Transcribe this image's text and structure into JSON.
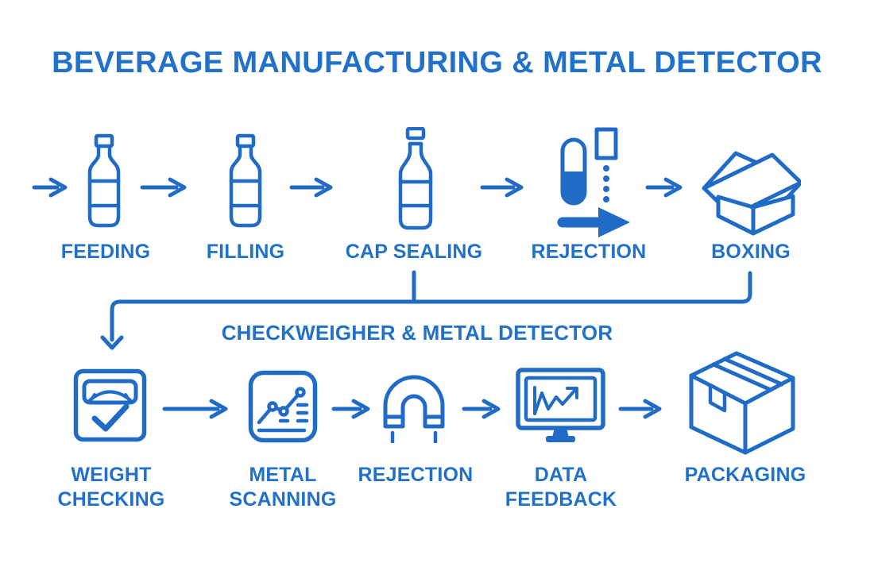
{
  "title": "BEVERAGE MANUFACTURING & METAL DETECTOR",
  "connector": {
    "label": "CHECKWEIGHER & METAL DETECTOR"
  },
  "colors": {
    "primary_blue": "#1f6bc6",
    "text_blue": "#2171ca",
    "background": "#ffffff"
  },
  "row1": {
    "steps": [
      {
        "label": "FEEDING",
        "icon": "bottle-icon"
      },
      {
        "label": "FILLING",
        "icon": "bottle-icon"
      },
      {
        "label": "CAP SEALING",
        "icon": "capped-bottle-icon"
      },
      {
        "label": "REJECTION",
        "icon": "capsule-reject-icon"
      },
      {
        "label": "BOXING",
        "icon": "open-box-icon"
      }
    ]
  },
  "row2": {
    "steps": [
      {
        "label": "WEIGHT\nCHECKING",
        "icon": "weighing-scale-icon"
      },
      {
        "label": "METAL\nSCANNING",
        "icon": "metal-scan-chart-icon"
      },
      {
        "label": "REJECTION",
        "icon": "magnet-icon"
      },
      {
        "label": "DATA\nFEEDBACK",
        "icon": "monitor-chart-icon"
      },
      {
        "label": "PACKAGING",
        "icon": "sealed-box-icon"
      }
    ]
  }
}
